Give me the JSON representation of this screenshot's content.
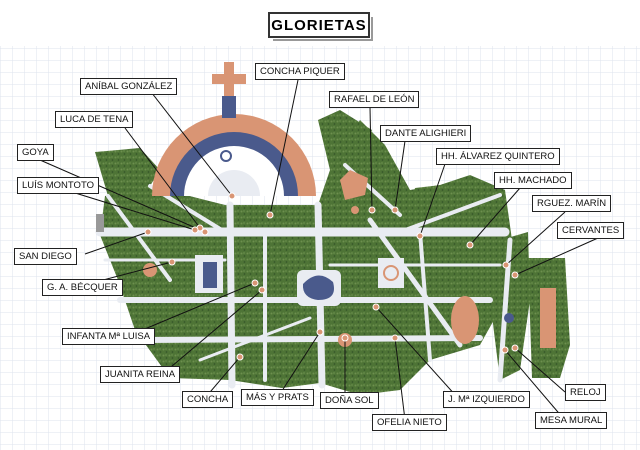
{
  "title": "GLORIETAS",
  "colors": {
    "garden": "#4e7436",
    "path": "#e9ecf2",
    "terracotta": "#d99574",
    "water": "#4a5a8c",
    "grid": "#dde3ee"
  },
  "labels": {
    "anibal_gonzalez": "ANÍBAL GONZÁLEZ",
    "concha_piquer": "CONCHA PIQUER",
    "rafael_de_leon": "RAFAEL DE LEÓN",
    "luca_de_tena": "LUCA DE TENA",
    "dante_alighieri": "DANTE ALIGHIERI",
    "goya": "GOYA",
    "alvarez_quintero": "HH. ÁLVAREZ QUINTERO",
    "luis_montoto": "LUÍS MONTOTO",
    "machado": "HH. MACHADO",
    "rguez_marin": "RGUEZ. MARÍN",
    "san_diego": "SAN DIEGO",
    "cervantes": "CERVANTES",
    "becquer": "G. A. BÉCQUER",
    "infanta": "INFANTA Mª LUISA",
    "juanita_reina": "JUANITA REINA",
    "reloj": "RELOJ",
    "concha": "CONCHA",
    "mas_y_prats": "MÁS Y PRATS",
    "dona_sol": "DOÑA SOL",
    "izquierdo": "J. Mª IZQUIERDO",
    "ofelia_nieto": "OFELIA NIETO",
    "mesa_mural": "MESA MURAL"
  }
}
